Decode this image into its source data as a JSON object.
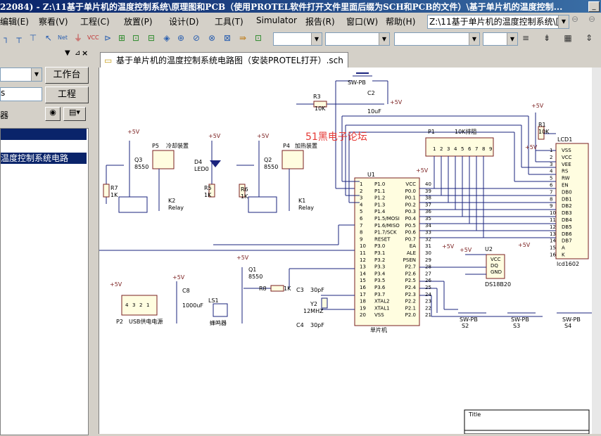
{
  "window": {
    "title": "22084) - Z:\\11基于单片机的温度控制系统\\原理图和PCB（使用PROTEL软件打开文件里面后缀为SCH和PCB的文件）\\基于单片机的温度控制..."
  },
  "menu": [
    "编辑(E)",
    "察看(V)",
    "工程(C)",
    "放置(P)",
    "设计(D)",
    "工具(T)",
    "Simulator",
    "报告(R)",
    "窗口(W)",
    "帮助(H)"
  ],
  "path_combo": "Z:\\11基于单片机的温度控制系统\\[",
  "left_panel": {
    "btn_workbench": "工作台",
    "btn_project": "工程",
    "row_s": "s",
    "row_qi": "器",
    "tree_selected": "温度控制系统电路"
  },
  "doc_tab": "基于单片机的温度控制系统电路图（安装PROTEL打开）.sch",
  "schematic": {
    "watermark": "51黑电子论坛",
    "parts": {
      "sw_pb_top": "SW-PB",
      "r3": "R3",
      "r3v": "10K",
      "c2": "C2",
      "c2v": "10uF",
      "vcc": "+5V",
      "r1": "R1",
      "r1v": "10K",
      "lcd": "LCD1",
      "lcd_model": "lcd1602",
      "p1": "P1",
      "p1_label": "10K排阻",
      "p5": "P5",
      "p5_label": "冷却装置",
      "p4": "P4",
      "p4_label": "加热装置",
      "q3": "Q3",
      "q3v": "8550",
      "q2": "Q2",
      "q2v": "8550",
      "d4": "D4",
      "d4v": "LED0",
      "r7": "R7",
      "r7v": "1K",
      "r5": "R5",
      "r5v": "1K",
      "r6": "R6",
      "r6v": "1K",
      "k2": "K2",
      "k1": "K1",
      "relay": "Relay",
      "u1": "U1",
      "u1_name": "单片机",
      "u2": "U2",
      "u2_name": "DS18B20",
      "q1": "Q1",
      "q1v": "8550",
      "r8": "R8",
      "r8v": "1K",
      "c3": "C3",
      "c3v": "30pF",
      "c4": "C4",
      "c4v": "30pF",
      "y2": "Y2",
      "y2v": "12MHZ",
      "ls1": "LS1",
      "ls1_name": "蜂鸣器",
      "c8": "C8",
      "c8v": "1000uF",
      "p2": "P2",
      "p2_name": "USB供电电源",
      "s2": "S2",
      "s3": "S3",
      "s4": "S4",
      "swpb": "SW-PB",
      "title_block": "Title"
    },
    "u1_left_pins": [
      "P1.0",
      "P1.1",
      "P1.2",
      "P1.3",
      "P1.4",
      "P1.5/MOSI",
      "P1.6/MISO",
      "P1.7/SCK",
      "RESET",
      "P3.0",
      "P3.1",
      "P3.2",
      "P3.3",
      "P3.4",
      "P3.5",
      "P3.6",
      "P3.7",
      "XTAL2",
      "XTAL1",
      "VSS"
    ],
    "u1_left_nums": [
      "1",
      "2",
      "3",
      "4",
      "5",
      "6",
      "7",
      "8",
      "9",
      "10",
      "11",
      "12",
      "13",
      "14",
      "15",
      "16",
      "17",
      "18",
      "19",
      "20"
    ],
    "u1_right_pins": [
      "VCC",
      "P0.0",
      "P0.1",
      "P0.2",
      "P0.3",
      "P0.4",
      "P0.5",
      "P0.6",
      "P0.7",
      "EA",
      "ALE",
      "PSEN",
      "P2.7",
      "P2.6",
      "P2.5",
      "P2.4",
      "P2.3",
      "P2.2",
      "P2.1",
      "P2.0"
    ],
    "u1_right_nums": [
      "40",
      "39",
      "38",
      "37",
      "36",
      "35",
      "34",
      "33",
      "32",
      "31",
      "30",
      "29",
      "28",
      "27",
      "26",
      "25",
      "24",
      "23",
      "22",
      "21"
    ],
    "lcd_pins": [
      "VSS",
      "VCC",
      "VEE",
      "RS",
      "RW",
      "EN",
      "DB0",
      "DB1",
      "DB2",
      "DB3",
      "DB4",
      "DB5",
      "DB6",
      "DB7",
      "A",
      "K"
    ],
    "lcd_nums": [
      "1",
      "2",
      "3",
      "4",
      "5",
      "6",
      "7",
      "8",
      "9",
      "10",
      "11",
      "12",
      "13",
      "14",
      "15",
      "16"
    ],
    "u2_pins": [
      "VCC",
      "DQ",
      "GND"
    ],
    "p1_pins": [
      "1",
      "2",
      "3",
      "4",
      "5",
      "6",
      "7",
      "8",
      "9"
    ],
    "p2_pins": [
      "4",
      "3",
      "2",
      "1"
    ]
  }
}
